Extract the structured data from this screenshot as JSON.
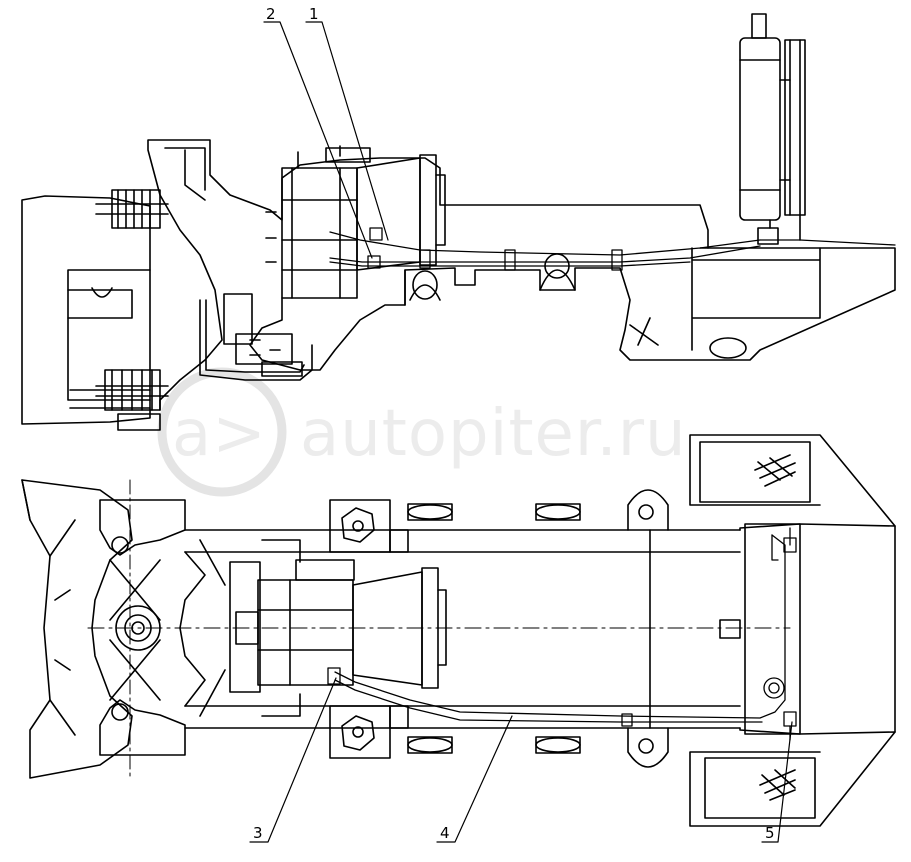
{
  "callouts": {
    "c1": "1",
    "c2": "2",
    "c3": "3",
    "c4": "4",
    "c5": "5"
  },
  "watermark": {
    "text": "autopiter.ru",
    "mark": "a>"
  },
  "colors": {
    "line": "#000000",
    "background": "#ffffff",
    "watermark": "#e6e6e6"
  }
}
